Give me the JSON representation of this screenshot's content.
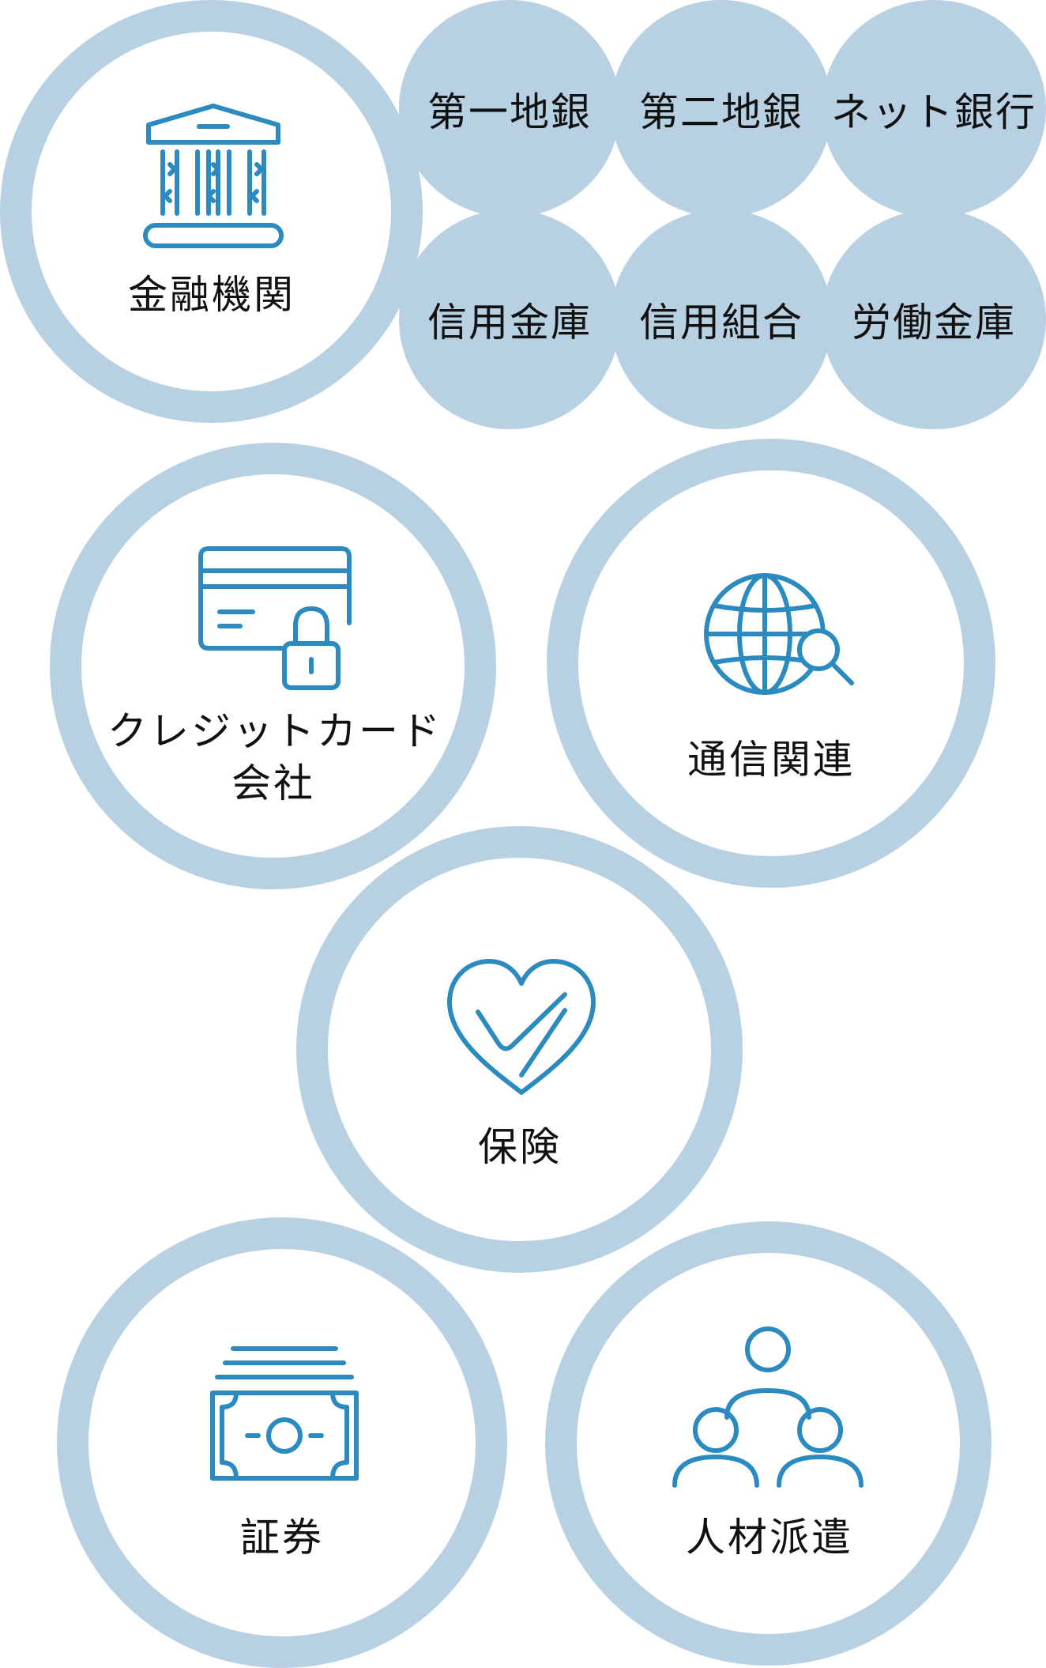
{
  "accent_color": "#2b8bc0",
  "ring_color": "#b7d1e3",
  "categories": {
    "financial": {
      "label": "金融機関",
      "icon": "bank-building-icon",
      "subtypes": [
        "第一地銀",
        "第二地銀",
        "ネット銀行",
        "信用金庫",
        "信用組合",
        "労働金庫"
      ]
    },
    "credit_card": {
      "label_line1": "クレジットカード",
      "label_line2": "会社",
      "icon": "credit-card-lock-icon"
    },
    "telecom": {
      "label": "通信関連",
      "icon": "globe-search-icon"
    },
    "insurance": {
      "label": "保険",
      "icon": "heart-check-icon"
    },
    "securities": {
      "label": "証券",
      "icon": "banknote-stack-icon"
    },
    "staffing": {
      "label": "人材派遣",
      "icon": "people-network-icon"
    }
  }
}
